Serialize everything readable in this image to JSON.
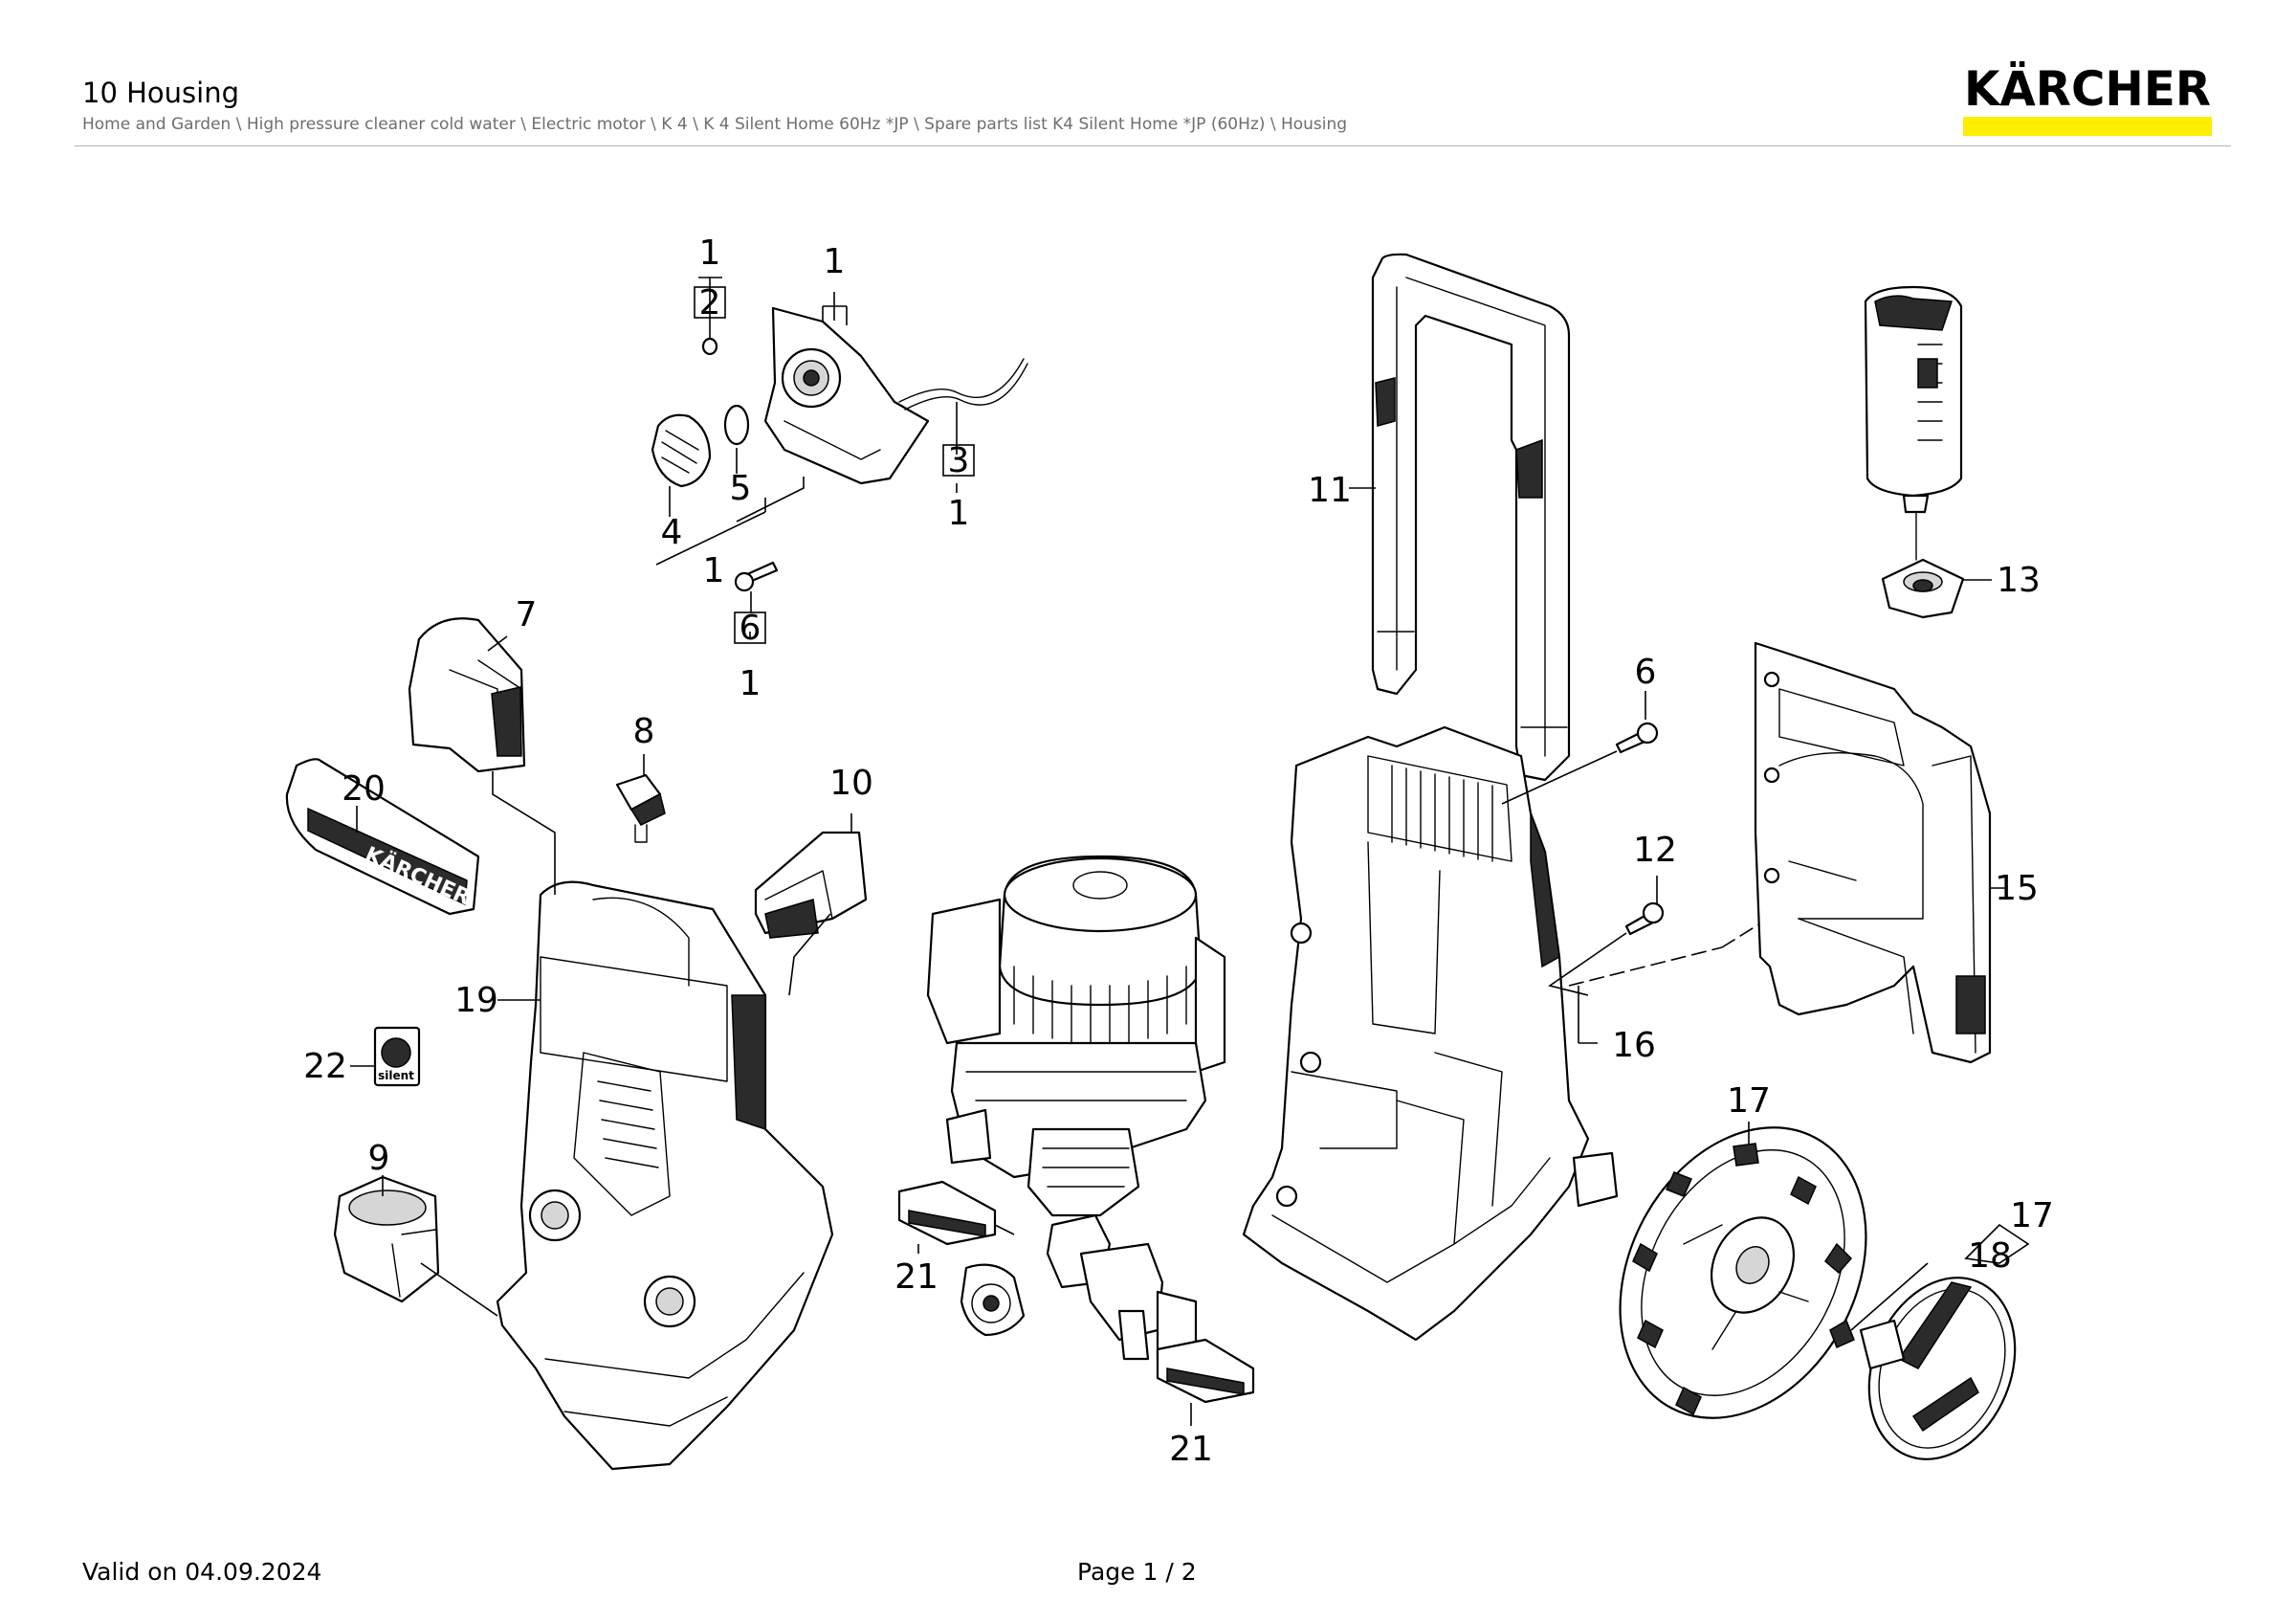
{
  "header": {
    "title": "10 Housing",
    "breadcrumb": "Home and Garden \\ High pressure cleaner cold water \\ Electric motor \\ K 4 \\ K 4 Silent Home 60Hz *JP \\ Spare parts list K4 Silent Home *JP (60Hz) \\ Housing"
  },
  "logo": {
    "text": "KÄRCHER",
    "accent_color": "#ffed00",
    "icon": "karcher-logo"
  },
  "decals": {
    "cover_logo": "KÄRCHER",
    "silent_label": "silent"
  },
  "callouts": [
    {
      "id": "c1a",
      "label": "1"
    },
    {
      "id": "c2",
      "label": "2"
    },
    {
      "id": "c1b",
      "label": "1"
    },
    {
      "id": "c3",
      "label": "3"
    },
    {
      "id": "c1c",
      "label": "1"
    },
    {
      "id": "c4",
      "label": "4"
    },
    {
      "id": "c5",
      "label": "5"
    },
    {
      "id": "c1d",
      "label": "1"
    },
    {
      "id": "c6a",
      "label": "6"
    },
    {
      "id": "c1e",
      "label": "1"
    },
    {
      "id": "c7",
      "label": "7"
    },
    {
      "id": "c8",
      "label": "8"
    },
    {
      "id": "c10",
      "label": "10"
    },
    {
      "id": "c20",
      "label": "20"
    },
    {
      "id": "c19",
      "label": "19"
    },
    {
      "id": "c22",
      "label": "22"
    },
    {
      "id": "c9",
      "label": "9"
    },
    {
      "id": "c21a",
      "label": "21"
    },
    {
      "id": "c21b",
      "label": "21"
    },
    {
      "id": "c11",
      "label": "11"
    },
    {
      "id": "c6b",
      "label": "6"
    },
    {
      "id": "c12",
      "label": "12"
    },
    {
      "id": "c16",
      "label": "16"
    },
    {
      "id": "c13",
      "label": "13"
    },
    {
      "id": "c15",
      "label": "15"
    },
    {
      "id": "c17a",
      "label": "17"
    },
    {
      "id": "c17b",
      "label": "17"
    },
    {
      "id": "c18",
      "label": "18"
    }
  ],
  "footer": {
    "valid": "Valid on 04.09.2024",
    "page": "Page 1 / 2"
  }
}
